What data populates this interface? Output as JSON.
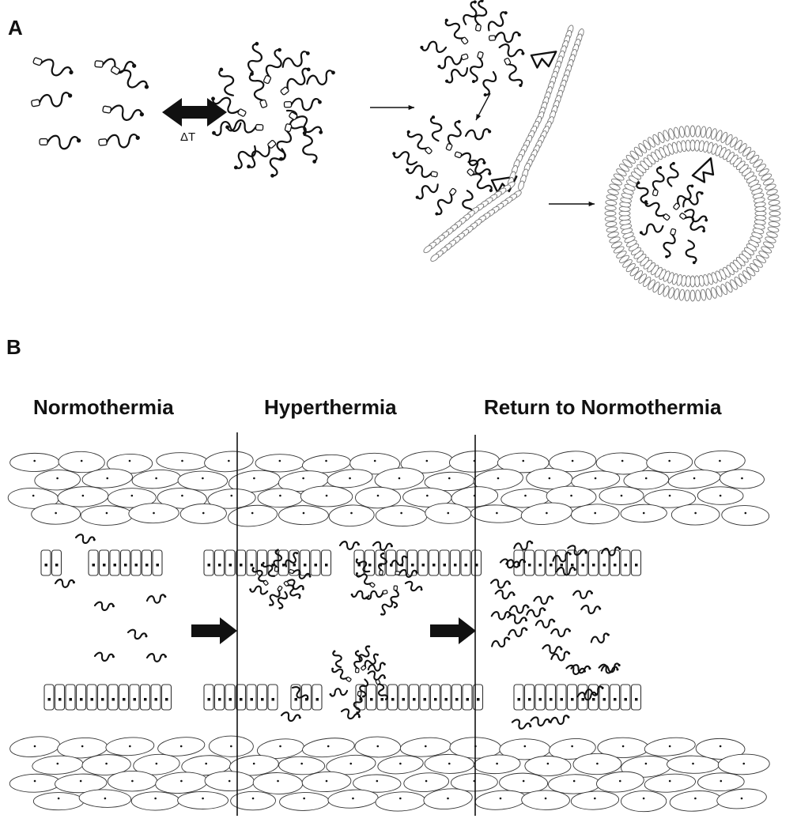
{
  "panel_a": {
    "label": "A",
    "delta_label": "ΔT"
  },
  "panel_b": {
    "label": "B",
    "phases": [
      "Normothermia",
      "Hyperthermia",
      "Return to Normothermia"
    ]
  },
  "colors": {
    "ink": "#111111",
    "line": "#333333",
    "fill": "#ffffff"
  }
}
